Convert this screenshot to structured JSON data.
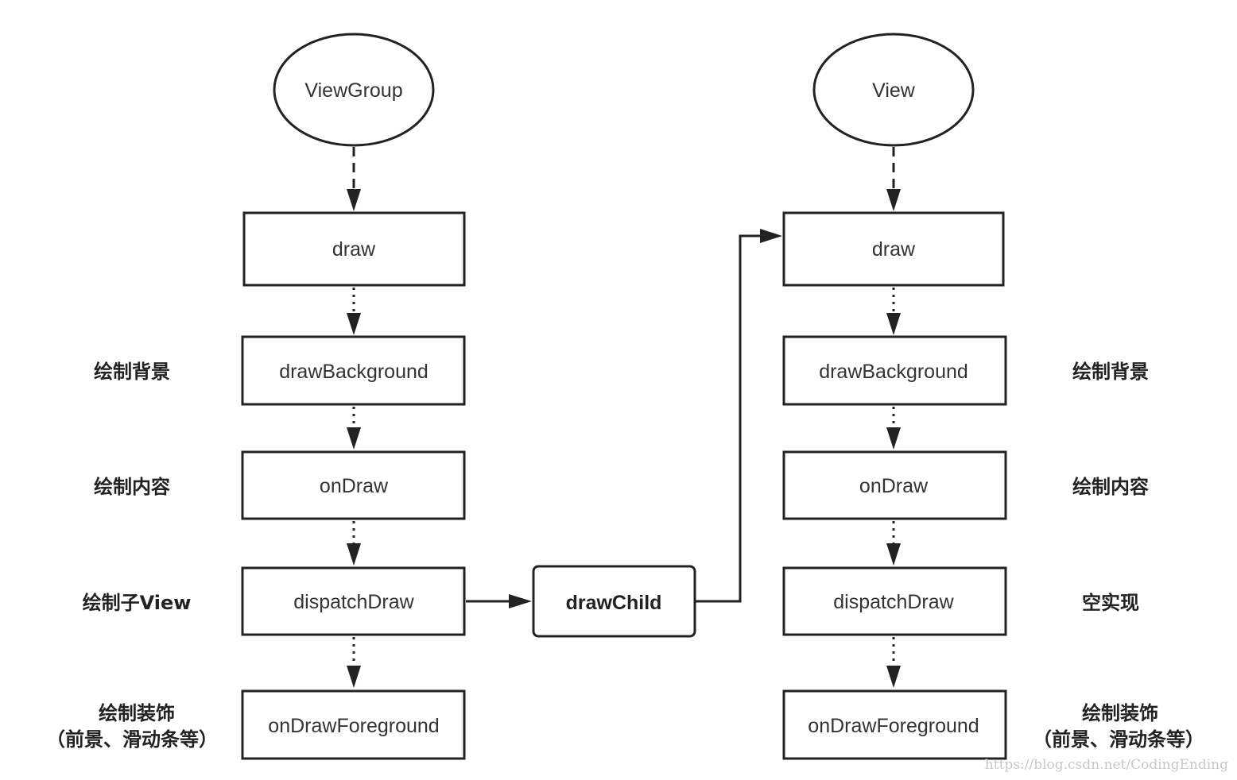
{
  "left_column": {
    "root": "ViewGroup",
    "steps": [
      "draw",
      "drawBackground",
      "onDraw",
      "dispatchDraw",
      "onDrawForeground"
    ],
    "notes": {
      "drawBackground": "绘制背景",
      "onDraw": "绘制内容",
      "dispatchDraw": "绘制子View",
      "onDrawForeground_line1": "绘制装饰",
      "onDrawForeground_line2": "（前景、滑动条等）"
    }
  },
  "middle": {
    "node": "drawChild"
  },
  "right_column": {
    "root": "View",
    "steps": [
      "draw",
      "drawBackground",
      "onDraw",
      "dispatchDraw",
      "onDrawForeground"
    ],
    "notes": {
      "drawBackground": "绘制背景",
      "onDraw": "绘制内容",
      "dispatchDraw": "空实现",
      "onDrawForeground_line1": "绘制装饰",
      "onDrawForeground_line2": "（前景、滑动条等）"
    }
  },
  "watermark": "https://blog.csdn.net/CodingEnding"
}
